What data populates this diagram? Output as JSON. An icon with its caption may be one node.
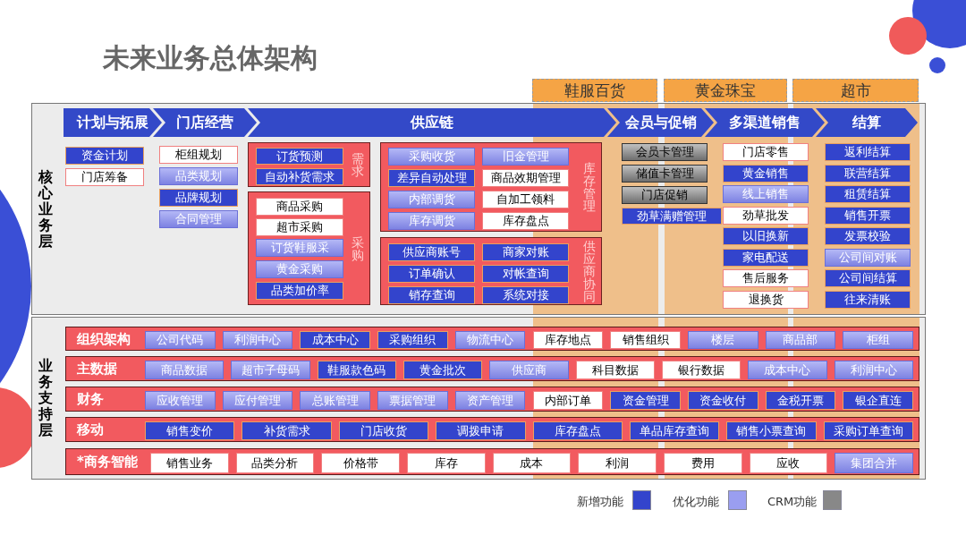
{
  "diagram": {
    "title": "未来业务总体架构",
    "nodes": [
      {
        "text": [
          "核心业务层"
        ]
      },
      {
        "text": [
          "业务支持层"
        ]
      },
      {
        "text": [
          "鞋服百货"
        ]
      },
      {
        "text": [
          "黄金珠宝"
        ]
      },
      {
        "text": [
          "超市"
        ]
      },
      {
        "text": [
          "计划与拓展"
        ],
        "in": 0
      },
      {
        "text": [
          "门店经营"
        ],
        "in": 0
      },
      {
        "text": [
          "供应链"
        ],
        "in": 0
      },
      {
        "text": [
          "会员与促销"
        ],
        "in": 0
      },
      {
        "text": [
          "多渠道销售"
        ],
        "in": 0
      },
      {
        "text": [
          "结算"
        ],
        "in": 0
      },
      {
        "text": [
          "资金计划"
        ],
        "in": 0
      },
      {
        "text": [
          "门店筹备"
        ],
        "in": 0
      },
      {
        "text": [
          "柜组规划"
        ],
        "in": 0
      },
      {
        "text": [
          "品类规划"
        ],
        "in": 0
      },
      {
        "text": [
          "品牌规划"
        ],
        "in": 0
      },
      {
        "text": [
          "合同管理"
        ],
        "in": 0
      },
      {
        "text": [
          "需求"
        ],
        "in": 0
      },
      {
        "text": [
          "订货预测"
        ],
        "in": 17
      },
      {
        "text": [
          "自动补货需求"
        ],
        "in": 17
      },
      {
        "text": [
          "采购"
        ],
        "in": 0
      },
      {
        "text": [
          "商品采购"
        ],
        "in": 20
      },
      {
        "text": [
          "超市采购"
        ],
        "in": 20
      },
      {
        "text": [
          "订货鞋服采"
        ],
        "in": 20
      },
      {
        "text": [
          "黄金采购"
        ],
        "in": 20
      },
      {
        "text": [
          "品类加价率"
        ],
        "in": 20
      },
      {
        "text": [
          "库存管理"
        ],
        "in": 0
      },
      {
        "text": [
          "采购收货"
        ],
        "in": 26
      },
      {
        "text": [
          "旧金管理"
        ],
        "in": 26
      },
      {
        "text": [
          "差异自动处理"
        ],
        "in": 26
      },
      {
        "text": [
          "商品效期管理"
        ],
        "in": 26
      },
      {
        "text": [
          "内部调货"
        ],
        "in": 26
      },
      {
        "text": [
          "自加工领料"
        ],
        "in": 26
      },
      {
        "text": [
          "库存调货"
        ],
        "in": 26
      },
      {
        "text": [
          "库存盘点"
        ],
        "in": 26
      },
      {
        "text": [
          "供应商协同"
        ],
        "in": 0
      },
      {
        "text": [
          "供应商账号"
        ],
        "in": 35
      },
      {
        "text": [
          "商家对账"
        ],
        "in": 35
      },
      {
        "text": [
          "订单确认"
        ],
        "in": 35
      },
      {
        "text": [
          "对帐查询"
        ],
        "in": 35
      },
      {
        "text": [
          "销存查询"
        ],
        "in": 35
      },
      {
        "text": [
          "系统对接"
        ],
        "in": 35
      },
      {
        "text": [
          "会员卡管理"
        ],
        "in": 0
      },
      {
        "text": [
          "储值卡管理"
        ],
        "in": 0
      },
      {
        "text": [
          "门店促销"
        ],
        "in": 0
      },
      {
        "text": [
          "劲草满赠管理"
        ],
        "in": 0
      },
      {
        "text": [
          "门店零售"
        ],
        "in": 0
      },
      {
        "text": [
          "黄金销售"
        ],
        "in": 0
      },
      {
        "text": [
          "线上销售"
        ],
        "in": 0
      },
      {
        "text": [
          "劲草批发"
        ],
        "in": 0
      },
      {
        "text": [
          "以旧换新"
        ],
        "in": 0
      },
      {
        "text": [
          "家电配送"
        ],
        "in": 0
      },
      {
        "text": [
          "售后服务"
        ],
        "in": 0
      },
      {
        "text": [
          "退换货"
        ],
        "in": 0
      },
      {
        "text": [
          "返利结算"
        ],
        "in": 0
      },
      {
        "text": [
          "联营结算"
        ],
        "in": 0
      },
      {
        "text": [
          "租赁结算"
        ],
        "in": 0
      },
      {
        "text": [
          "销售开票"
        ],
        "in": 0
      },
      {
        "text": [
          "发票校验"
        ],
        "in": 0
      },
      {
        "text": [
          "公司间对账"
        ],
        "in": 0
      },
      {
        "text": [
          "公司间结算"
        ],
        "in": 0
      },
      {
        "text": [
          "往来清账"
        ],
        "in": 0
      },
      {
        "text": [
          "组织架构"
        ],
        "in": 1
      },
      {
        "text": [
          "公司代码"
        ],
        "in": 62
      },
      {
        "text": [
          "利润中心"
        ],
        "in": 62
      },
      {
        "text": [
          "成本中心"
        ],
        "in": 62
      },
      {
        "text": [
          "采购组织"
        ],
        "in": 62
      },
      {
        "text": [
          "物流中心"
        ],
        "in": 62
      },
      {
        "text": [
          "库存地点"
        ],
        "in": 62
      },
      {
        "text": [
          "销售组织"
        ],
        "in": 62
      },
      {
        "text": [
          "楼层"
        ],
        "in": 62
      },
      {
        "text": [
          "商品部"
        ],
        "in": 62
      },
      {
        "text": [
          "柜组"
        ],
        "in": 62
      },
      {
        "text": [
          "主数据"
        ],
        "in": 1
      },
      {
        "text": [
          "商品数据"
        ],
        "in": 73
      },
      {
        "text": [
          "超市子母码"
        ],
        "in": 73
      },
      {
        "text": [
          "鞋服款色码"
        ],
        "in": 73
      },
      {
        "text": [
          "黄金批次"
        ],
        "in": 73
      },
      {
        "text": [
          "供应商"
        ],
        "in": 73
      },
      {
        "text": [
          "科目数据"
        ],
        "in": 73
      },
      {
        "text": [
          "银行数据"
        ],
        "in": 73
      },
      {
        "text": [
          "成本中心"
        ],
        "in": 73
      },
      {
        "text": [
          "利润中心"
        ],
        "in": 73
      },
      {
        "text": [
          "财务"
        ],
        "in": 1
      },
      {
        "text": [
          "应收管理"
        ],
        "in": 83
      },
      {
        "text": [
          "应付管理"
        ],
        "in": 83
      },
      {
        "text": [
          "总账管理"
        ],
        "in": 83
      },
      {
        "text": [
          "票据管理"
        ],
        "in": 83
      },
      {
        "text": [
          "资产管理"
        ],
        "in": 83
      },
      {
        "text": [
          "内部订单"
        ],
        "in": 83
      },
      {
        "text": [
          "资金管理"
        ],
        "in": 83
      },
      {
        "text": [
          "资金收付"
        ],
        "in": 83
      },
      {
        "text": [
          "金税开票"
        ],
        "in": 83
      },
      {
        "text": [
          "银企直连"
        ],
        "in": 83
      },
      {
        "text": [
          "移动"
        ],
        "in": 1
      },
      {
        "text": [
          "销售变价"
        ],
        "in": 94
      },
      {
        "text": [
          "补货需求"
        ],
        "in": 94
      },
      {
        "text": [
          "门店收货"
        ],
        "in": 94
      },
      {
        "text": [
          "调拨申请"
        ],
        "in": 94
      },
      {
        "text": [
          "库存盘点"
        ],
        "in": 94
      },
      {
        "text": [
          "单品库存查询"
        ],
        "in": 94
      },
      {
        "text": [
          "销售小票查询"
        ],
        "in": 94
      },
      {
        "text": [
          "采购订单查询"
        ],
        "in": 94
      },
      {
        "text": [
          "*商务智能"
        ],
        "in": 1
      },
      {
        "text": [
          "销售业务"
        ],
        "in": 103
      },
      {
        "text": [
          "品类分析"
        ],
        "in": 103
      },
      {
        "text": [
          "价格带"
        ],
        "in": 103
      },
      {
        "text": [
          "库存"
        ],
        "in": 103
      },
      {
        "text": [
          "成本"
        ],
        "in": 103
      },
      {
        "text": [
          "利润"
        ],
        "in": 103
      },
      {
        "text": [
          "费用"
        ],
        "in": 103
      },
      {
        "text": [
          "应收"
        ],
        "in": 103
      },
      {
        "text": [
          "集团合并"
        ],
        "in": 103
      }
    ],
    "legend": [
      {
        "text": "新增功能",
        "color": "#3344cc"
      },
      {
        "text": "优化功能",
        "color": "#9a9ef0"
      },
      {
        "text": "CRM功能",
        "color": "#888888"
      }
    ]
  }
}
